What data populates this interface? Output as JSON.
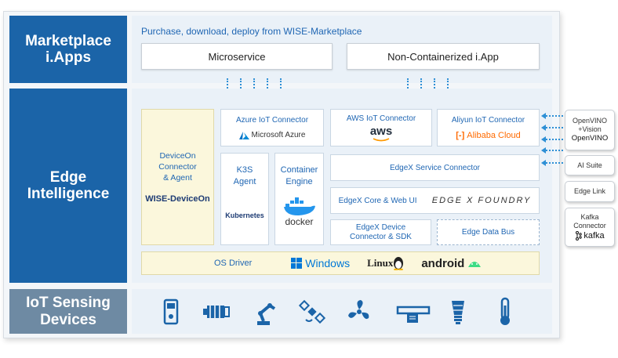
{
  "sections": {
    "marketplace": "Marketplace\ni.Apps",
    "edge": "Edge\nIntelligence",
    "iot": "IoT Sensing\nDevices"
  },
  "marketplace": {
    "tagline": "Purchase, download, deploy from WISE-Marketplace",
    "microservice": "Microservice",
    "noncontainer": "Non-Containerized i.App"
  },
  "edge": {
    "deviceon_title": "DeviceOn\nConnector\n& Agent",
    "deviceon_logo": "WISE-DeviceOn",
    "azure_connector": "Azure IoT Connector",
    "azure_logo": "Microsoft Azure",
    "aws_connector": "AWS IoT Connector",
    "aws_logo": "aws",
    "aliyun_connector": "Aliyun IoT Connector",
    "aliyun_logo": "Alibaba Cloud",
    "k3s": "K3S\nAgent",
    "kubernetes": "Kubernetes",
    "container_engine": "Container\nEngine",
    "docker": "docker",
    "edgex_service": "EdgeX Service Connector",
    "edgex_core": "EdgeX Core & Web UI",
    "edgex_foundry": "EDGE X FOUNDRY",
    "edgex_device": "EdgeX Device\nConnector & SDK",
    "edge_bus": "Edge Data Bus",
    "os_driver": "OS Driver",
    "windows": "Windows",
    "linux": "Linux",
    "android": "android"
  },
  "side": {
    "openvino_title": "OpenVINO\n+Vision",
    "openvino_logo": "OpenVINO",
    "ai_suite": "AI Suite",
    "edge_link": "Edge Link",
    "kafka_title": "Kafka\nConnector",
    "kafka_logo": "kafka"
  },
  "sensors": [
    "meter-icon",
    "motor-icon",
    "robot-arm-icon",
    "satellite-icon",
    "fan-icon",
    "printer-icon",
    "light-bulb-icon",
    "thermometer-icon"
  ],
  "colors": {
    "blue": "#1b64a8",
    "gray": "#6e8aa3",
    "link": "#1f66b3",
    "arrow": "#2d8fd5"
  }
}
